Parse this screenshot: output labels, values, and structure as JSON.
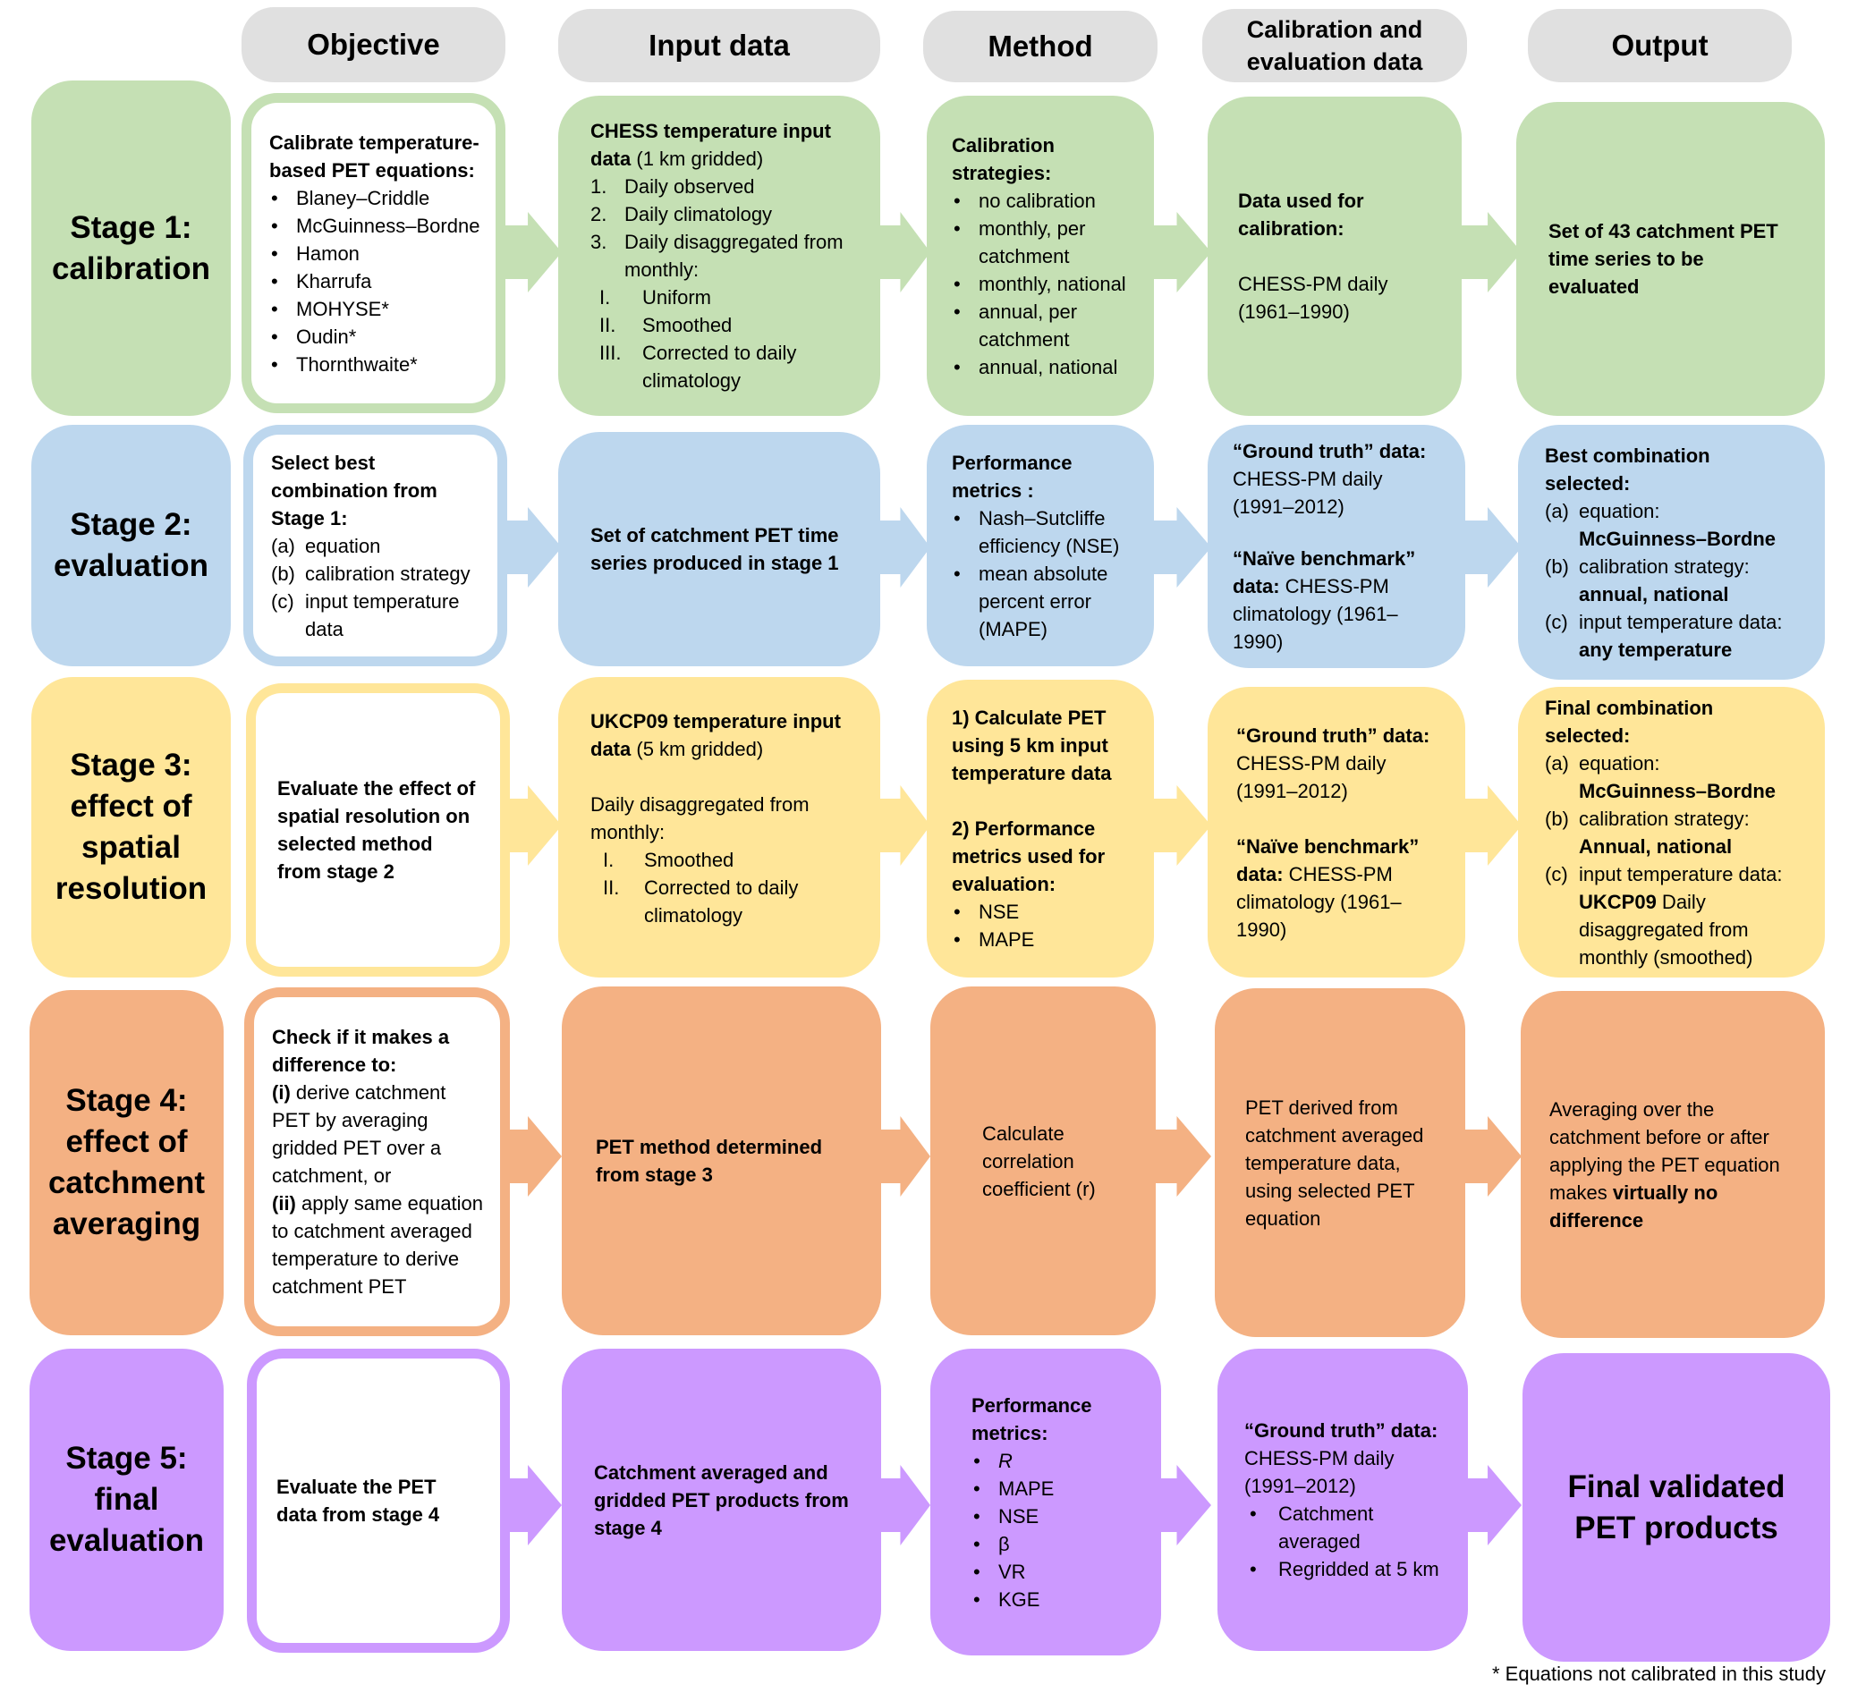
{
  "headers": {
    "objective": "Objective",
    "input": "Input data",
    "method": "Method",
    "calib": "Calibration and evaluation data",
    "output": "Output"
  },
  "colors": {
    "stage1": "#c5e0b4",
    "stage2": "#bdd7ee",
    "stage3": "#ffe699",
    "stage4": "#f4b183",
    "stage5": "#cc99ff",
    "header": "#e0e0e0"
  },
  "stage1": {
    "label_a": "Stage 1:",
    "label_b": "calibration",
    "objective": {
      "title": "Calibrate temperature-based PET equations:",
      "items": [
        "Blaney–Criddle",
        "McGuinness–Bordne",
        "Hamon",
        "Kharrufa",
        "MOHYSE*",
        "Oudin*",
        "Thornthwaite*"
      ]
    },
    "input": {
      "title": "CHESS temperature input data",
      "title_suffix": " (1 km gridded)",
      "items": [
        {
          "marker": "1.",
          "text": "Daily observed"
        },
        {
          "marker": "2.",
          "text": "Daily climatology"
        },
        {
          "marker": "3.",
          "text": "Daily disaggregated from monthly:"
        }
      ],
      "subitems": [
        {
          "marker": "I.",
          "text": "Uniform"
        },
        {
          "marker": "II.",
          "text": "Smoothed"
        },
        {
          "marker": "III.",
          "text": "Corrected to daily climatology"
        }
      ]
    },
    "method": {
      "title": "Calibration strategies:",
      "items": [
        "no calibration",
        "monthly, per catchment",
        "monthly, national",
        "annual, per catchment",
        "annual, national"
      ]
    },
    "calib": {
      "title": "Data used for calibration:",
      "text": "CHESS-PM daily (1961–1990)"
    },
    "output": {
      "text": "Set of 43 catchment PET time series to be evaluated"
    }
  },
  "stage2": {
    "label_a": "Stage 2:",
    "label_b": "evaluation",
    "objective": {
      "title": "Select best combination from Stage 1:",
      "items": [
        {
          "marker": "(a)",
          "text": "equation"
        },
        {
          "marker": "(b)",
          "text": "calibration strategy"
        },
        {
          "marker": "(c)",
          "text": "input temperature data"
        }
      ]
    },
    "input": {
      "text": "Set of catchment PET time series produced in stage 1"
    },
    "method": {
      "title": "Performance metrics :",
      "items": [
        "Nash–Sutcliffe efficiency (NSE)",
        "mean absolute percent error (MAPE)"
      ]
    },
    "calib": {
      "gt_label": "“Ground truth” data:",
      "gt_text": " CHESS-PM daily (1991–2012)",
      "nb_label": "“Naïve benchmark” data:",
      "nb_text": " CHESS-PM climatology (1961–1990)"
    },
    "output": {
      "title": "Best combination selected:",
      "items": [
        {
          "marker": "(a)",
          "plain": "equation:",
          "bold": "McGuinness–Bordne"
        },
        {
          "marker": "(b)",
          "plain": "calibration strategy:",
          "bold": "annual, national"
        },
        {
          "marker": "(c)",
          "plain": "input temperature data: ",
          "bold": "any temperature"
        }
      ]
    }
  },
  "stage3": {
    "label_a": "Stage 3:",
    "label_b": "effect of spatial resolution",
    "objective": {
      "text": "Evaluate the effect of spatial resolution on selected method from stage 2"
    },
    "input": {
      "title": "UKCP09 temperature input data",
      "title_suffix": " (5 km gridded)",
      "subtitle": "Daily disaggregated from monthly:",
      "subitems": [
        {
          "marker": "I.",
          "text": "Smoothed"
        },
        {
          "marker": "II.",
          "text": "Corrected to daily climatology"
        }
      ]
    },
    "method": {
      "step1": "1) Calculate PET using 5 km input temperature data",
      "step2": "2) Performance metrics used for evaluation:",
      "items": [
        "NSE",
        "MAPE"
      ]
    },
    "calib": {
      "gt_label": "“Ground truth” data:",
      "gt_text": " CHESS-PM daily (1991–2012)",
      "nb_label": "“Naïve benchmark” data:",
      "nb_text": " CHESS-PM climatology (1961–1990)"
    },
    "output": {
      "title": "Final combination selected:",
      "items": [
        {
          "marker": "(a)",
          "plain": "equation:",
          "bold": "McGuinness–Bordne",
          "after": ""
        },
        {
          "marker": "(b)",
          "plain": "calibration strategy:",
          "bold": "Annual, national",
          "after": ""
        },
        {
          "marker": "(c)",
          "plain": "input temperature data: ",
          "bold": "UKCP09",
          "after": " Daily disaggregated from monthly (smoothed)"
        }
      ]
    }
  },
  "stage4": {
    "label_a": "Stage 4:",
    "label_b": "effect of catchment averaging",
    "objective": {
      "title": "Check if it makes a difference to:",
      "i_label": "(i)",
      "i_text": " derive catchment PET by averaging gridded PET over a catchment, or",
      "ii_label": "(ii)",
      "ii_text": " apply same equation to catchment averaged temperature to derive catchment PET"
    },
    "input": {
      "text": "PET method determined from stage 3"
    },
    "method": {
      "text": "Calculate correlation coefficient (r)"
    },
    "calib": {
      "text": "PET derived from catchment averaged temperature data, using selected PET equation"
    },
    "output": {
      "plain": "Averaging over the catchment before or after applying the PET equation makes ",
      "bold": "virtually no difference"
    }
  },
  "stage5": {
    "label_a": "Stage 5:",
    "label_b": "final evaluation",
    "objective": {
      "text": "Evaluate the PET data from stage 4"
    },
    "input": {
      "text": "Catchment averaged and gridded PET products from stage 4"
    },
    "method": {
      "title": "Performance metrics:",
      "items": [
        "R",
        "MAPE",
        "NSE",
        "β",
        "VR",
        "KGE"
      ]
    },
    "calib": {
      "title": "“Ground truth” data:",
      "text": "CHESS-PM daily (1991–2012)",
      "items": [
        "Catchment averaged",
        "Regridded at 5 km"
      ]
    },
    "output": {
      "text": "Final validated PET products"
    }
  },
  "footnote": "* Equations not calibrated in this study"
}
